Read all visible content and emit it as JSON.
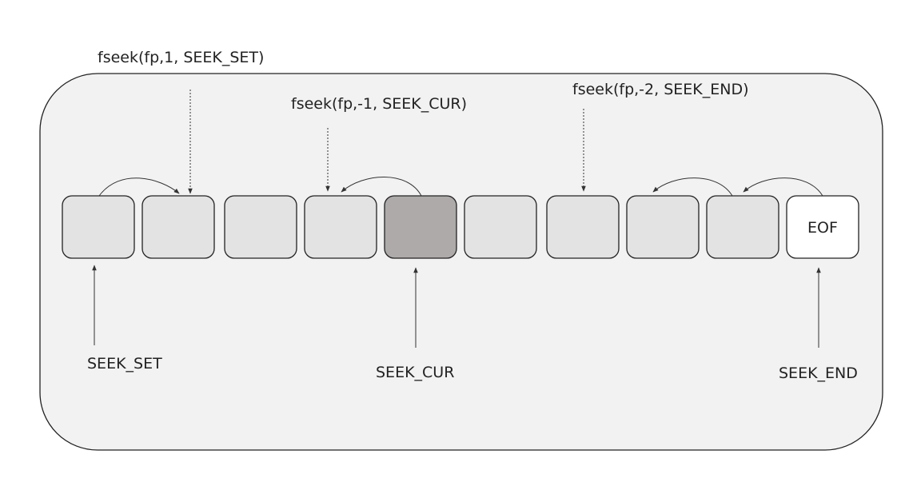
{
  "colors": {
    "panel_fill": "#f2f2f2",
    "cell_fill": "#e3e3e3",
    "cell_current_fill": "#aeaaaa",
    "cell_eof_fill": "#ffffff",
    "stroke": "#222222",
    "arrow": "#333333"
  },
  "cells": [
    {
      "kind": "normal",
      "text": ""
    },
    {
      "kind": "normal",
      "text": ""
    },
    {
      "kind": "normal",
      "text": ""
    },
    {
      "kind": "normal",
      "text": ""
    },
    {
      "kind": "current",
      "text": ""
    },
    {
      "kind": "normal",
      "text": ""
    },
    {
      "kind": "normal",
      "text": ""
    },
    {
      "kind": "normal",
      "text": ""
    },
    {
      "kind": "normal",
      "text": ""
    },
    {
      "kind": "eof",
      "text": "EOF"
    }
  ],
  "calls": [
    {
      "text": "fseek(fp,1, SEEK_SET)"
    },
    {
      "text": "fseek(fp,-1, SEEK_CUR)"
    },
    {
      "text": "fseek(fp,-2, SEEK_END)"
    }
  ],
  "origins": [
    {
      "text": "SEEK_SET"
    },
    {
      "text": "SEEK_CUR"
    },
    {
      "text": "SEEK_END"
    }
  ]
}
